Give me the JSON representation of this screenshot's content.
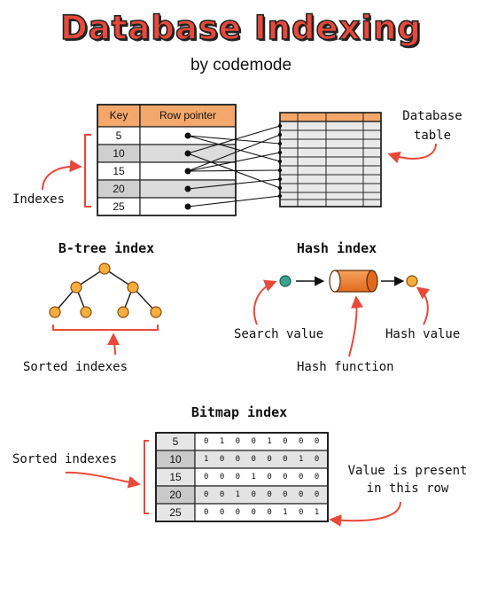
{
  "header": {
    "title": "Database Indexing",
    "subtitle": "by codemode"
  },
  "index_table": {
    "col_key": "Key",
    "col_pointer": "Row pointer",
    "keys": [
      "5",
      "10",
      "15",
      "20",
      "25"
    ],
    "label": "Indexes",
    "db_label_line1": "Database",
    "db_label_line2": "table"
  },
  "btree": {
    "title": "B-tree index",
    "label": "Sorted indexes"
  },
  "hash": {
    "title": "Hash index",
    "search_label": "Search value",
    "function_label": "Hash function",
    "value_label": "Hash value"
  },
  "bitmap": {
    "title": "Bitmap index",
    "left_label": "Sorted indexes",
    "right_label_line1": "Value is present",
    "right_label_line2": "in this row",
    "rows": [
      {
        "key": "5",
        "bits": "0 1 0 0 1 0 0 0"
      },
      {
        "key": "10",
        "bits": "1 0 0 0 0 0 1 0"
      },
      {
        "key": "15",
        "bits": "0 0 0 1 0 0 0 0"
      },
      {
        "key": "20",
        "bits": "0 0 1 0 0 0 0 0"
      },
      {
        "key": "25",
        "bits": "0 0 0 0 0 1 0 1"
      }
    ]
  },
  "colors": {
    "accent": "#e8493b",
    "orange": "#f28a3a",
    "node": "#f5ae3c",
    "teal": "#3aa28f",
    "header_fill": "#f4a76b"
  },
  "icons": [
    "red-curved-arrow-icon",
    "black-arrow-icon",
    "cylinder-hash-function-icon"
  ]
}
